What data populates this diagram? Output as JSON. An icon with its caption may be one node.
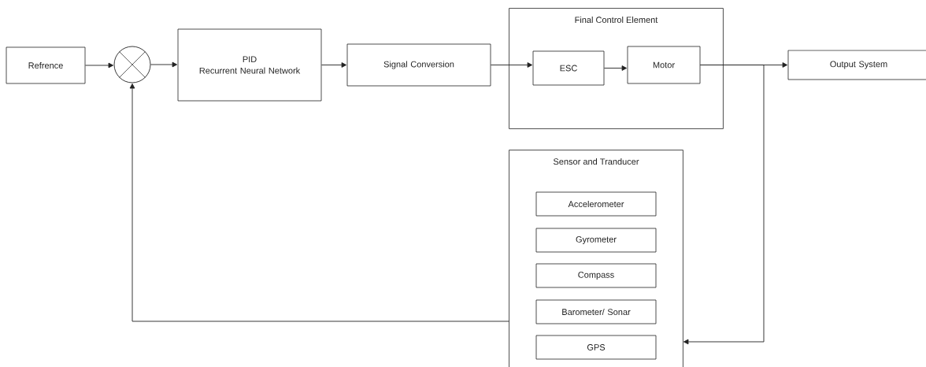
{
  "diagram": {
    "nodes": [
      {
        "text": [
          "Refrence"
        ]
      },
      {
        "text": [],
        "shape": "circle"
      },
      {
        "text": [
          "PID",
          "Recurrent Neural Network"
        ]
      },
      {
        "text": [
          "Signal Conversion"
        ]
      },
      {
        "text": [
          "Final Control Element"
        ]
      },
      {
        "text": [
          "ESC"
        ],
        "in": 4
      },
      {
        "text": [
          "Motor"
        ],
        "in": 4
      },
      {
        "text": [
          "Output System"
        ]
      },
      {
        "text": [
          "Sensor and Tranducer"
        ]
      },
      {
        "text": [
          "Accelerometer"
        ],
        "in": 8
      },
      {
        "text": [
          "Gyrometer"
        ],
        "in": 8
      },
      {
        "text": [
          "Compass"
        ],
        "in": 8
      },
      {
        "text": [
          "Barometer/ Sonar"
        ],
        "in": 8
      },
      {
        "text": [
          "GPS"
        ],
        "in": 8
      }
    ],
    "edges": [
      {
        "from": 0,
        "to": 1,
        "arrow": "to"
      },
      {
        "from": 1,
        "to": 2,
        "arrow": "to"
      },
      {
        "from": 2,
        "to": 3,
        "arrow": "to"
      },
      {
        "from": 3,
        "to": 5,
        "arrow": "to"
      },
      {
        "from": 5,
        "to": 6,
        "arrow": "to"
      },
      {
        "from": 6,
        "to": 7,
        "arrow": "to"
      },
      {
        "from": 6,
        "to": 8,
        "arrow": "to"
      },
      {
        "from": 8,
        "to": 1,
        "arrow": "to"
      }
    ]
  }
}
